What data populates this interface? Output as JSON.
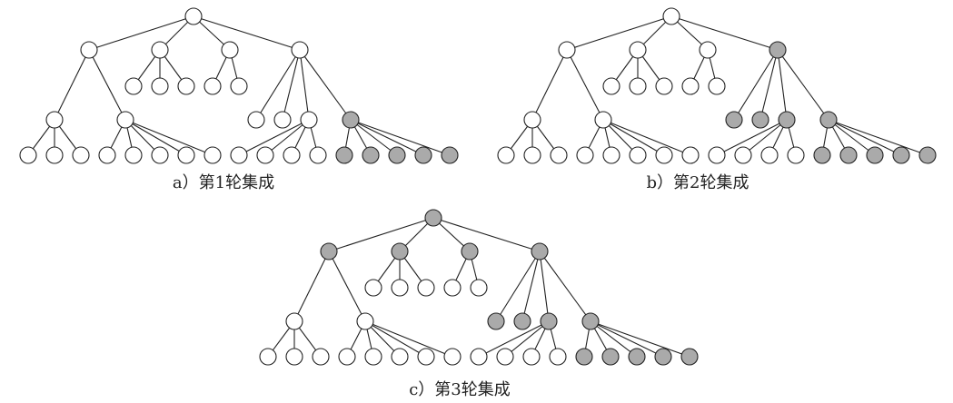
{
  "colors": {
    "integrated_node": "#aaaaaa",
    "plain_node": "#ffffff",
    "stroke": "#222222"
  },
  "stages": [
    {
      "caption": "a）第1轮集成",
      "integrated_nodes": [
        "L3.G1",
        "L4.G1.0",
        "L4.G1.1",
        "L4.G1.2",
        "L4.G1.3",
        "L4.G1.4"
      ]
    },
    {
      "caption": "b）第2轮集成",
      "integrated_nodes": [
        "L1.D",
        "L3.E3",
        "L3.F3",
        "L3.G3",
        "L3.G1",
        "L4.G1.0",
        "L4.G1.1",
        "L4.G1.2",
        "L4.G1.3",
        "L4.G1.4"
      ]
    },
    {
      "caption": "c）第3轮集成",
      "integrated_nodes": [
        "root",
        "L1.A",
        "L1.B",
        "L1.C",
        "L1.D",
        "L3.E3",
        "L3.F3",
        "L3.G3",
        "L3.G1",
        "L4.G1.0",
        "L4.G1.1",
        "L4.G1.2",
        "L4.G1.3",
        "L4.G1.4"
      ]
    }
  ]
}
